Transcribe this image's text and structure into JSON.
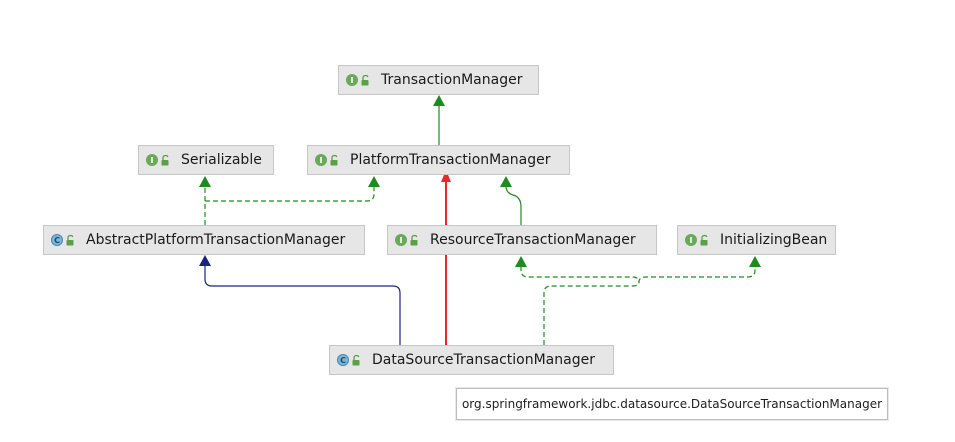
{
  "nodes": {
    "transaction_manager": {
      "label": "TransactionManager",
      "kind": "interface"
    },
    "serializable": {
      "label": "Serializable",
      "kind": "interface"
    },
    "platform_transaction_manager": {
      "label": "PlatformTransactionManager",
      "kind": "interface"
    },
    "abstract_platform_transaction_manager": {
      "label": "AbstractPlatformTransactionManager",
      "kind": "abstract-class"
    },
    "resource_transaction_manager": {
      "label": "ResourceTransactionManager",
      "kind": "interface"
    },
    "initializing_bean": {
      "label": "InitializingBean",
      "kind": "interface"
    },
    "data_source_transaction_manager": {
      "label": "DataSourceTransactionManager",
      "kind": "class"
    }
  },
  "badges": {
    "interface": "I",
    "class": "C"
  },
  "tooltip": {
    "text": "org.springframework.jdbc.datasource.DataSourceTransactionManager"
  },
  "colors": {
    "interface_extends": "#1f8a1f",
    "implements": "#1f8a1f",
    "class_extends": "#1a237e",
    "highlight": "#e8282b",
    "node_bg": "#e6e6e6",
    "interface_badge": "#6aa85a",
    "class_badge": "#7fb4d6"
  },
  "edges": [
    {
      "from": "platform_transaction_manager",
      "to": "transaction_manager",
      "style": "solid",
      "color": "interface_extends"
    },
    {
      "from": "abstract_platform_transaction_manager",
      "to": "serializable",
      "style": "dashed",
      "color": "implements"
    },
    {
      "from": "abstract_platform_transaction_manager",
      "to": "platform_transaction_manager",
      "style": "dashed",
      "color": "implements"
    },
    {
      "from": "resource_transaction_manager",
      "to": "platform_transaction_manager",
      "style": "solid",
      "color": "interface_extends"
    },
    {
      "from": "data_source_transaction_manager",
      "to": "abstract_platform_transaction_manager",
      "style": "solid",
      "color": "class_extends"
    },
    {
      "from": "data_source_transaction_manager",
      "to": "platform_transaction_manager",
      "style": "solid",
      "color": "highlight"
    },
    {
      "from": "data_source_transaction_manager",
      "to": "resource_transaction_manager",
      "style": "dashed",
      "color": "implements"
    },
    {
      "from": "data_source_transaction_manager",
      "to": "initializing_bean",
      "style": "dashed",
      "color": "implements"
    }
  ]
}
